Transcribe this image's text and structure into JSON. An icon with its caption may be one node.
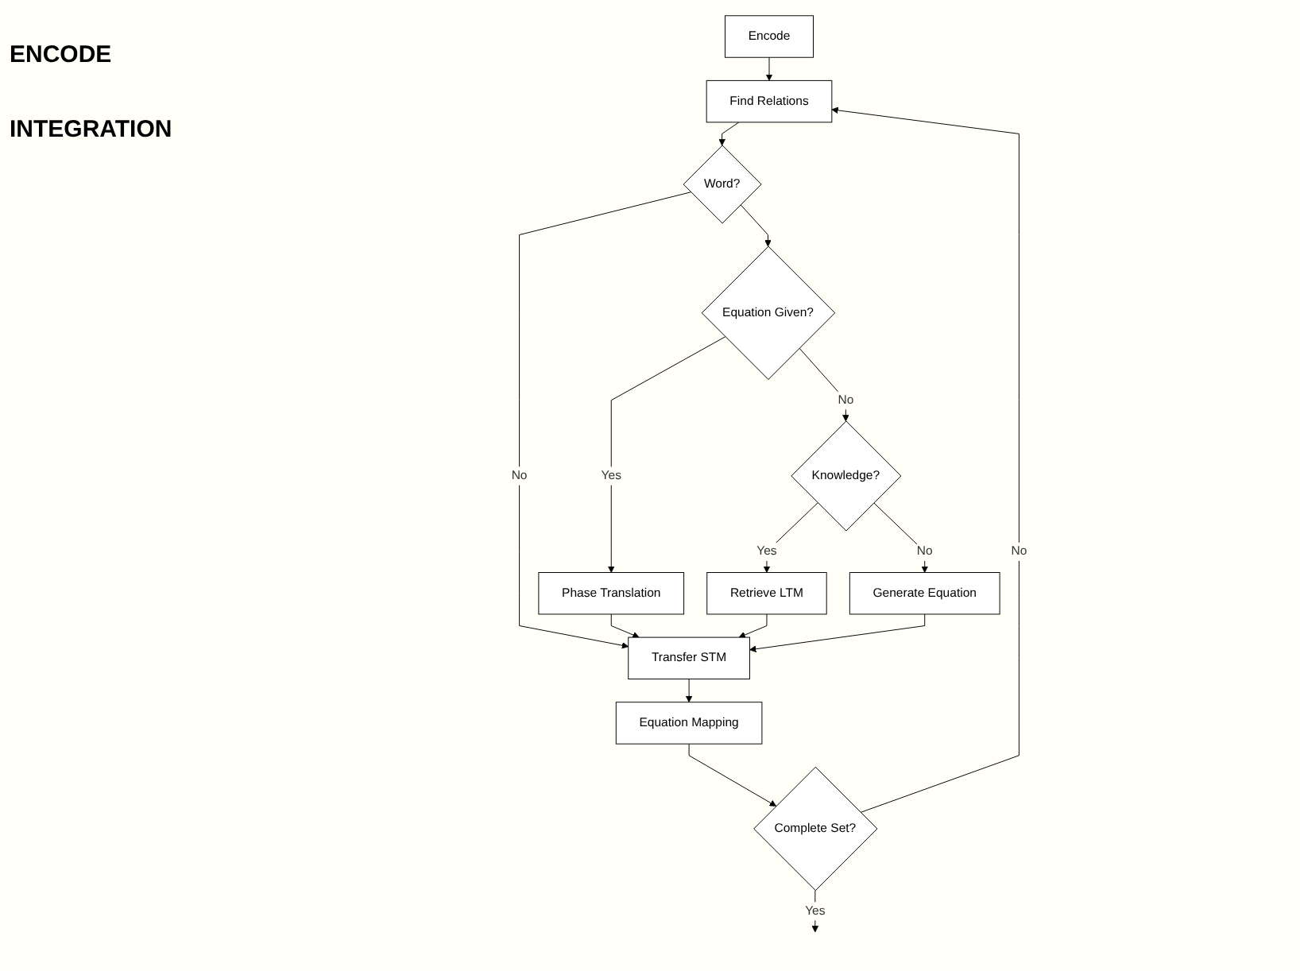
{
  "diagram": {
    "nodes": [
      {
        "text": [
          "Encode"
        ]
      },
      {
        "text": [
          "Find Relations"
        ]
      },
      {
        "text": [
          "Word?"
        ]
      },
      {
        "text": [
          "Equation Given?"
        ]
      },
      {
        "text": [
          "Knowledge?"
        ]
      },
      {
        "text": [
          "Phase Translation"
        ]
      },
      {
        "text": [
          "Retrieve LTM"
        ]
      },
      {
        "text": [
          "Generate Equation"
        ]
      },
      {
        "text": [
          "Transfer STM"
        ]
      },
      {
        "text": [
          "Equation Mapping"
        ]
      },
      {
        "text": [
          "Complete Set?"
        ]
      }
    ],
    "edges": [
      {
        "from": 0,
        "to": 1,
        "arrow": "to"
      },
      {
        "from": 1,
        "to": 2,
        "arrow": "to"
      },
      {
        "from": 2,
        "to": 3,
        "arrow": "to"
      },
      {
        "from": 2,
        "to": 8,
        "arrow": "to",
        "label": "No"
      },
      {
        "from": 3,
        "to": 5,
        "arrow": "to",
        "label": "Yes"
      },
      {
        "from": 3,
        "to": 4,
        "arrow": "to",
        "label": "No"
      },
      {
        "from": 4,
        "to": 6,
        "arrow": "to",
        "label": "Yes"
      },
      {
        "from": 4,
        "to": 7,
        "arrow": "to",
        "label": "No"
      },
      {
        "from": 5,
        "to": 8,
        "arrow": "to"
      },
      {
        "from": 6,
        "to": 8,
        "arrow": "to"
      },
      {
        "from": 7,
        "to": 8,
        "arrow": "to"
      },
      {
        "from": 8,
        "to": 9,
        "arrow": "to"
      },
      {
        "from": 9,
        "to": 10,
        "arrow": "to"
      },
      {
        "from": 10,
        "to": 1,
        "arrow": "to",
        "label": "No"
      },
      {
        "from": 10,
        "to": null,
        "arrow": "to",
        "label": "Yes"
      }
    ],
    "labels": [
      "ENCODE",
      "INTEGRATION"
    ]
  }
}
